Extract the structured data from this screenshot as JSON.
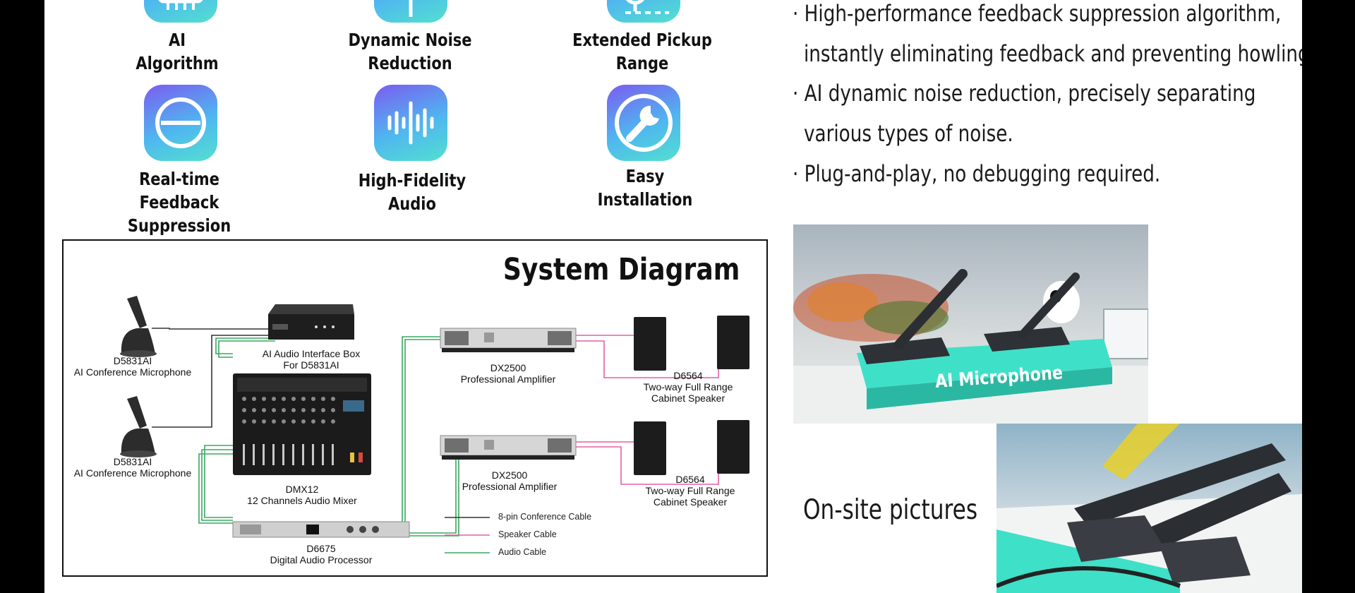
{
  "features": [
    {
      "line1": "AI",
      "line2": "Algorithm",
      "icon": "chip-icon"
    },
    {
      "line1": "Dynamic Noise",
      "line2": "Reduction",
      "icon": "microphone-icon"
    },
    {
      "line1": "Extended Pickup",
      "line2": "Range",
      "icon": "pickup-range-icon"
    },
    {
      "line1": "Real-time",
      "line2": "Feedback Suppression",
      "icon": "feedback-suppression-icon"
    },
    {
      "line1": "High-Fidelity",
      "line2": "Audio",
      "icon": "sound-wave-icon"
    },
    {
      "line1": "Easy",
      "line2": "Installation",
      "icon": "wrench-icon"
    }
  ],
  "bullets": [
    "· High-performance feedback suppression algorithm,",
    "instantly eliminating feedback and preventing howling.",
    "· AI dynamic noise reduction, precisely separating",
    "various types of noise.",
    "· Plug-and-play, no debugging required."
  ],
  "diagram": {
    "title": "System Diagram",
    "mic1": {
      "model": "D5831AI",
      "name": "AI Conference Microphone"
    },
    "mic2": {
      "model": "D5831AI",
      "name": "AI Conference Microphone"
    },
    "interface_box": {
      "line1": "AI Audio Interface Box",
      "line2": "For D5831AI"
    },
    "mixer": {
      "model": "DMX12",
      "name": "12 Channels Audio Mixer"
    },
    "processor": {
      "model": "D6675",
      "name": "Digital Audio Processor"
    },
    "amp1": {
      "model": "DX2500",
      "name": "Professional Amplifier"
    },
    "amp2": {
      "model": "DX2500",
      "name": "Professional Amplifier"
    },
    "speaker1": {
      "model": "D6564",
      "line1": "Two-way Full Range",
      "line2": "Cabinet Speaker"
    },
    "speaker2": {
      "model": "D6564",
      "line1": "Two-way Full Range",
      "line2": "Cabinet Speaker"
    },
    "legend": [
      {
        "label": "8-pin Conference Cable",
        "color": "#333333"
      },
      {
        "label": "Speaker  Cable",
        "color": "#e65fa6"
      },
      {
        "label": "Audio  Cable",
        "color": "#3aa860"
      }
    ]
  },
  "photos": {
    "sign_text": "AI Microphone",
    "caption": "On-site pictures"
  },
  "colors": {
    "icon_gradient": [
      "#7b5cf0",
      "#4fb6f0",
      "#52e0cf"
    ],
    "speaker_cable": "#e65fa6",
    "audio_cable": "#3aa860",
    "conference_cable": "#333333"
  }
}
